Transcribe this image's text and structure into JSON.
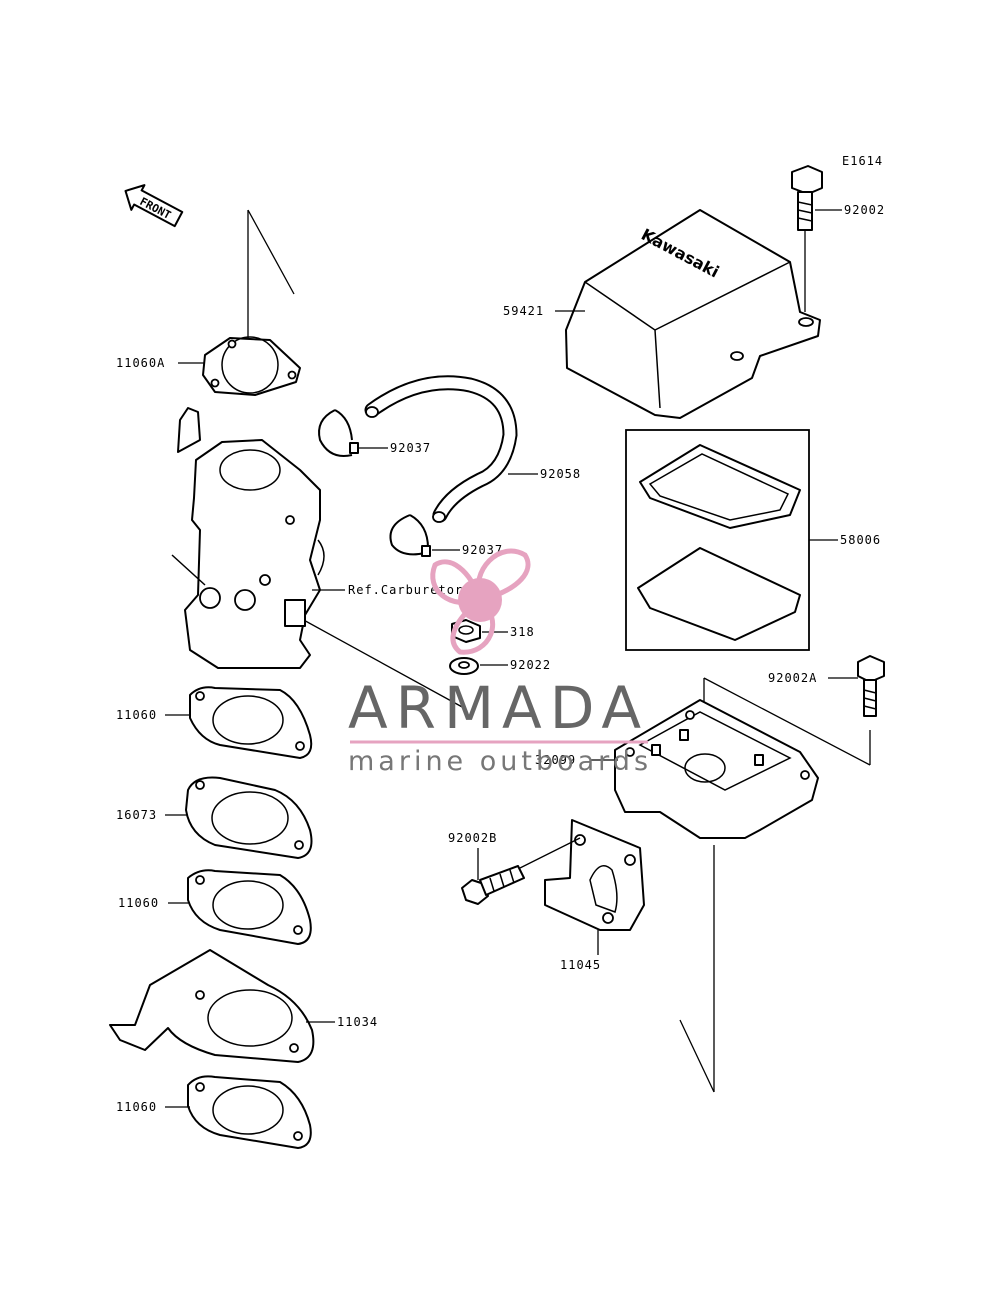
{
  "diagram_code": "E1614",
  "front_marker": "FRONT",
  "brand_stamp": "Kawasaki",
  "labels": {
    "p92002": "92002",
    "p59421": "59421",
    "p11060a": "11060A",
    "p92037a": "92037",
    "p92058": "92058",
    "p58006": "58006",
    "p92037b": "92037",
    "ref_carburetor": "Ref.Carburetor",
    "p318": "318",
    "p92022": "92022",
    "p92002a": "92002A",
    "p11060_1": "11060",
    "p32099": "32099",
    "p16073": "16073",
    "p92002b": "92002B",
    "p11060_2": "11060",
    "p11045": "11045",
    "p11034": "11034",
    "p11060_3": "11060"
  },
  "watermark": {
    "name": "ARMADA",
    "tagline": "marine outboards",
    "logo_color": "#e6a3c0"
  }
}
